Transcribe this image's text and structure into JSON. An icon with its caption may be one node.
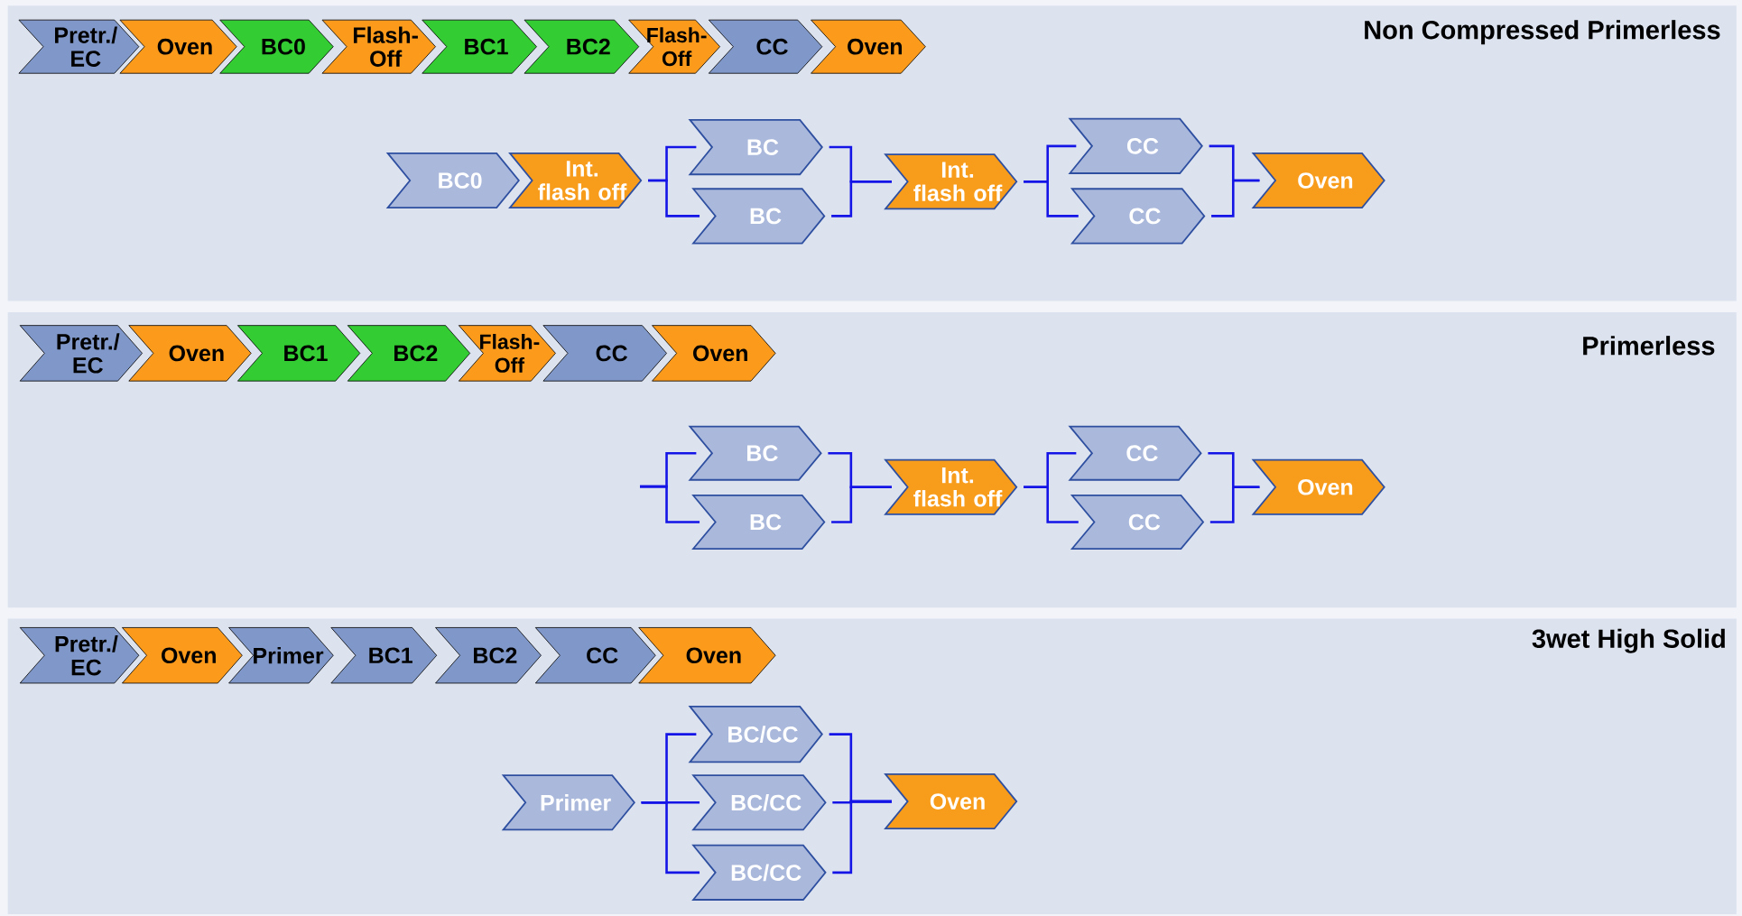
{
  "diagram": {
    "nodes": [
      {
        "text": [
          "Non Compressed Primerless"
        ]
      },
      {
        "text": [
          "Pretr./ EC"
        ],
        "in": 0
      },
      {
        "text": [
          "Oven"
        ],
        "in": 0
      },
      {
        "text": [
          "BC0"
        ],
        "in": 0
      },
      {
        "text": [
          "Flash-Off"
        ],
        "in": 0
      },
      {
        "text": [
          "BC1"
        ],
        "in": 0
      },
      {
        "text": [
          "BC2"
        ],
        "in": 0
      },
      {
        "text": [
          "Flash-Off"
        ],
        "in": 0
      },
      {
        "text": [
          "CC"
        ],
        "in": 0
      },
      {
        "text": [
          "Oven"
        ],
        "in": 0
      },
      {
        "text": [
          "BC0"
        ],
        "in": 0
      },
      {
        "text": [
          "Int. flash off"
        ],
        "in": 0
      },
      {
        "text": [
          "BC"
        ],
        "in": 0
      },
      {
        "text": [
          "BC"
        ],
        "in": 0
      },
      {
        "text": [
          "Int. flash off"
        ],
        "in": 0
      },
      {
        "text": [
          "CC"
        ],
        "in": 0
      },
      {
        "text": [
          "CC"
        ],
        "in": 0
      },
      {
        "text": [
          "Oven"
        ],
        "in": 0
      },
      {
        "text": [
          "Primerless"
        ]
      },
      {
        "text": [
          "Pretr./ EC"
        ],
        "in": 18
      },
      {
        "text": [
          "Oven"
        ],
        "in": 18
      },
      {
        "text": [
          "BC1"
        ],
        "in": 18
      },
      {
        "text": [
          "BC2"
        ],
        "in": 18
      },
      {
        "text": [
          "Flash-Off"
        ],
        "in": 18
      },
      {
        "text": [
          "CC"
        ],
        "in": 18
      },
      {
        "text": [
          "Oven"
        ],
        "in": 18
      },
      {
        "text": [
          "BC"
        ],
        "in": 18
      },
      {
        "text": [
          "BC"
        ],
        "in": 18
      },
      {
        "text": [
          "Int. flash off"
        ],
        "in": 18
      },
      {
        "text": [
          "CC"
        ],
        "in": 18
      },
      {
        "text": [
          "CC"
        ],
        "in": 18
      },
      {
        "text": [
          "Oven"
        ],
        "in": 18
      },
      {
        "text": [
          "3wet High Solid"
        ]
      },
      {
        "text": [
          "Pretr./ EC"
        ],
        "in": 32
      },
      {
        "text": [
          "Oven"
        ],
        "in": 32
      },
      {
        "text": [
          "Primer"
        ],
        "in": 32
      },
      {
        "text": [
          "BC1"
        ],
        "in": 32
      },
      {
        "text": [
          "BC2"
        ],
        "in": 32
      },
      {
        "text": [
          "CC"
        ],
        "in": 32
      },
      {
        "text": [
          "Oven"
        ],
        "in": 32
      },
      {
        "text": [
          "Primer"
        ],
        "in": 32
      },
      {
        "text": [
          "BC/CC"
        ],
        "in": 32
      },
      {
        "text": [
          "BC/CC"
        ],
        "in": 32
      },
      {
        "text": [
          "BC/CC"
        ],
        "in": 32
      },
      {
        "text": [
          "Oven"
        ],
        "in": 32
      }
    ],
    "edges": [
      {
        "from": 11,
        "to": 12,
        "arrow": "none"
      },
      {
        "from": 11,
        "to": 13,
        "arrow": "none"
      },
      {
        "from": 12,
        "to": 14,
        "arrow": "none"
      },
      {
        "from": 13,
        "to": 14,
        "arrow": "none"
      },
      {
        "from": 14,
        "to": 15,
        "arrow": "none"
      },
      {
        "from": 14,
        "to": 16,
        "arrow": "none"
      },
      {
        "from": 15,
        "to": 17,
        "arrow": "none"
      },
      {
        "from": 16,
        "to": 17,
        "arrow": "none"
      },
      {
        "from": null,
        "to": 26,
        "arrow": "none"
      },
      {
        "from": null,
        "to": 27,
        "arrow": "none"
      },
      {
        "from": 26,
        "to": 28,
        "arrow": "none"
      },
      {
        "from": 27,
        "to": 28,
        "arrow": "none"
      },
      {
        "from": 28,
        "to": 29,
        "arrow": "none"
      },
      {
        "from": 28,
        "to": 30,
        "arrow": "none"
      },
      {
        "from": 29,
        "to": 31,
        "arrow": "none"
      },
      {
        "from": 30,
        "to": 31,
        "arrow": "none"
      },
      {
        "from": 40,
        "to": 41,
        "arrow": "none"
      },
      {
        "from": 40,
        "to": 42,
        "arrow": "none"
      },
      {
        "from": 40,
        "to": 43,
        "arrow": "none"
      },
      {
        "from": 41,
        "to": 44,
        "arrow": "none"
      },
      {
        "from": 42,
        "to": 44,
        "arrow": "none"
      },
      {
        "from": 43,
        "to": 44,
        "arrow": "none"
      }
    ]
  }
}
